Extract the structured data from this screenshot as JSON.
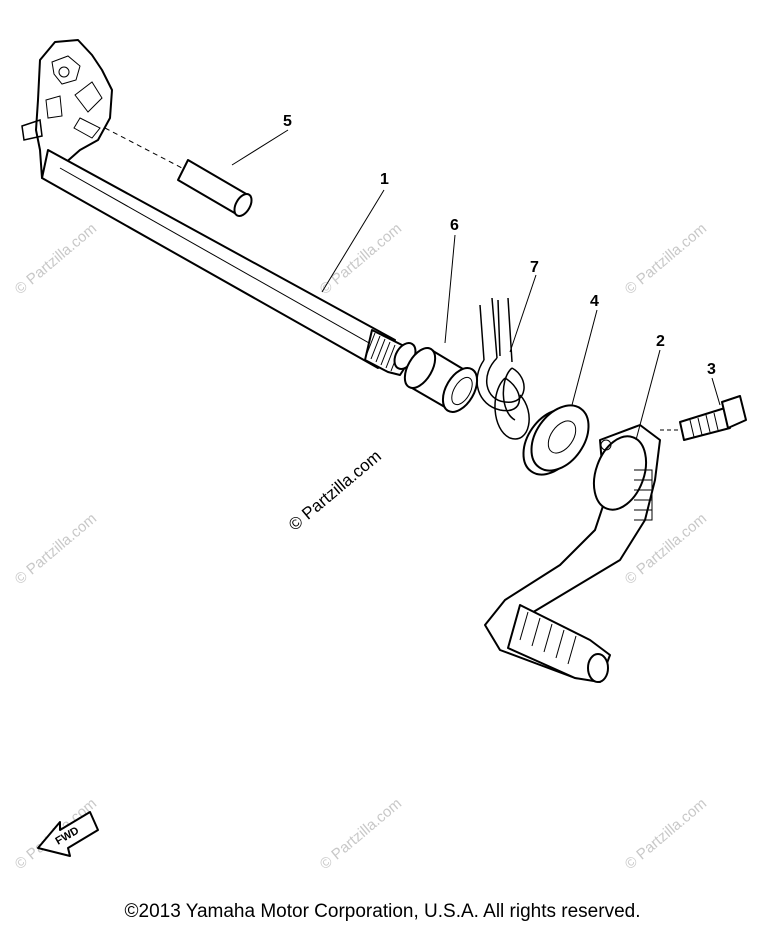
{
  "diagram": {
    "callouts": [
      "1",
      "2",
      "3",
      "4",
      "5",
      "6",
      "7"
    ],
    "watermark_text": "© Partzilla.com",
    "center_watermark": "© Partzilla.com",
    "fwd_label": "FWD",
    "copyright": "©2013  Yamaha Motor Corporation, U.S.A. All rights reserved."
  }
}
